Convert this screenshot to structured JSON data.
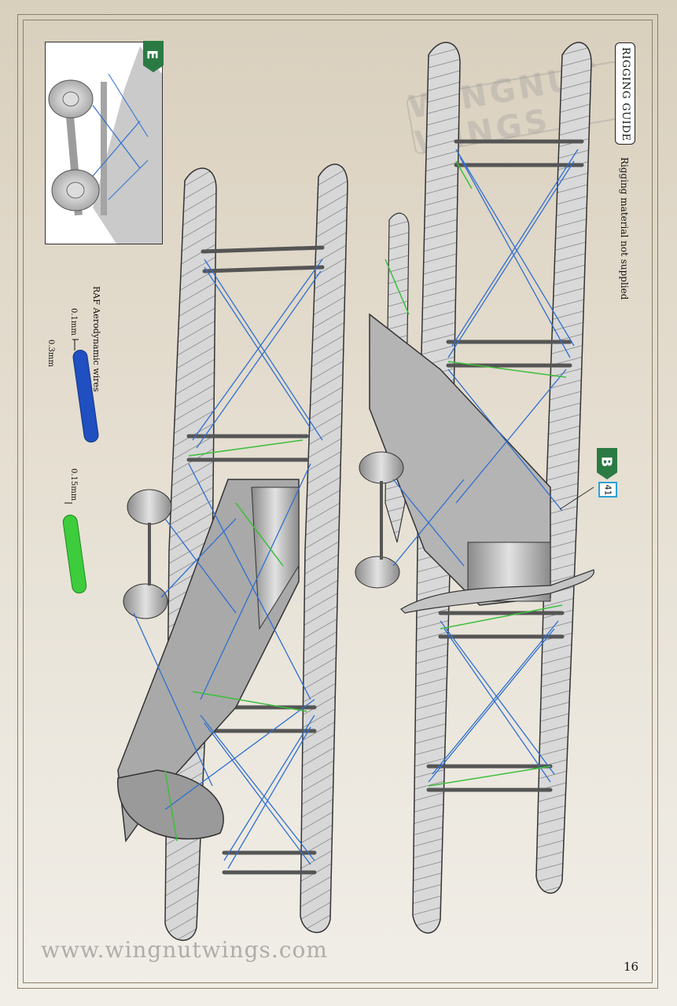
{
  "header": {
    "title": "RIGGING GUIDE",
    "subtitle": "Rigging material not supplied"
  },
  "legend": {
    "material": "RAF Aerodynamic wires",
    "wire_thin": "0.1mm",
    "wire_thick": "0.3mm",
    "wire_green": "0.15mm"
  },
  "markers": {
    "inset_tag": "E",
    "step_tag": "B",
    "part_number": "41"
  },
  "watermark": {
    "text": "WINGNUT WINGS"
  },
  "footer": {
    "url": "www.wingnutwings.com",
    "page_number": "16"
  },
  "colors": {
    "blue_wire": "#2f6fd0",
    "green_wire": "#3cbf3c",
    "tag_green": "#2b7a44",
    "part_box": "#2aa1d4"
  }
}
